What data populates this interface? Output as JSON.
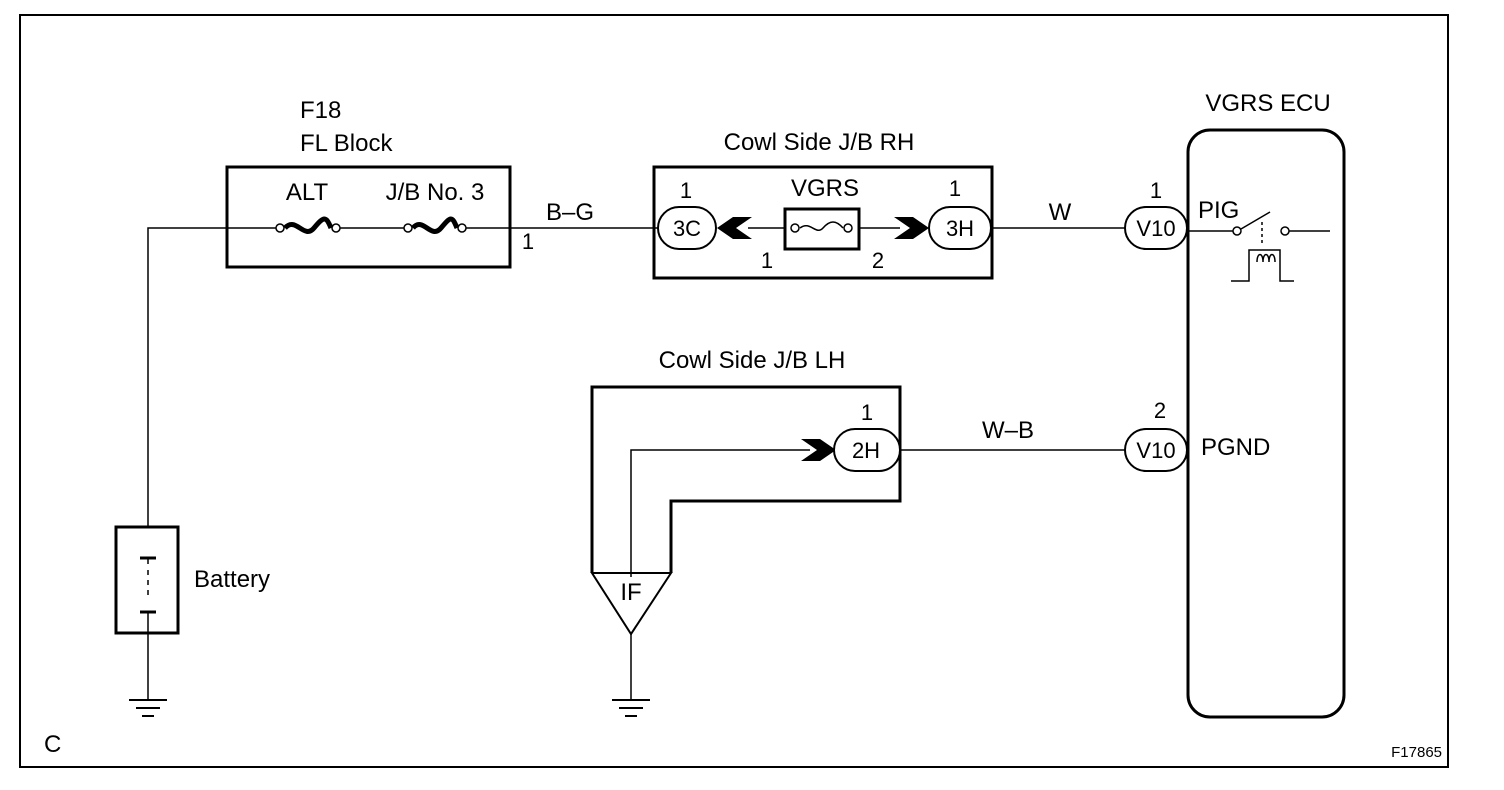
{
  "corner_label": "C",
  "figure_id": "F17865",
  "fl_block": {
    "code": "F18",
    "name": "FL Block",
    "fuse_1": "ALT",
    "fuse_2": "J/B No. 3",
    "out_pin": "1"
  },
  "wires": {
    "b_g": "B–G",
    "w": "W",
    "w_b": "W–B"
  },
  "cowl_rh": {
    "title": "Cowl Side J/B RH",
    "fuse": "VGRS",
    "conn_left": "3C",
    "conn_left_pin": "1",
    "conn_right": "3H",
    "conn_right_pin": "1",
    "fuse_pin_left": "1",
    "fuse_pin_right": "2"
  },
  "cowl_lh": {
    "title": "Cowl Side J/B LH",
    "conn": "2H",
    "conn_pin": "1",
    "ground_code": "IF"
  },
  "battery": {
    "label": "Battery"
  },
  "ecu": {
    "title": "VGRS ECU",
    "conn_1": "V10",
    "conn_1_pin": "1",
    "term_1": "PIG",
    "conn_2": "V10",
    "conn_2_pin": "2",
    "term_2": "PGND"
  }
}
